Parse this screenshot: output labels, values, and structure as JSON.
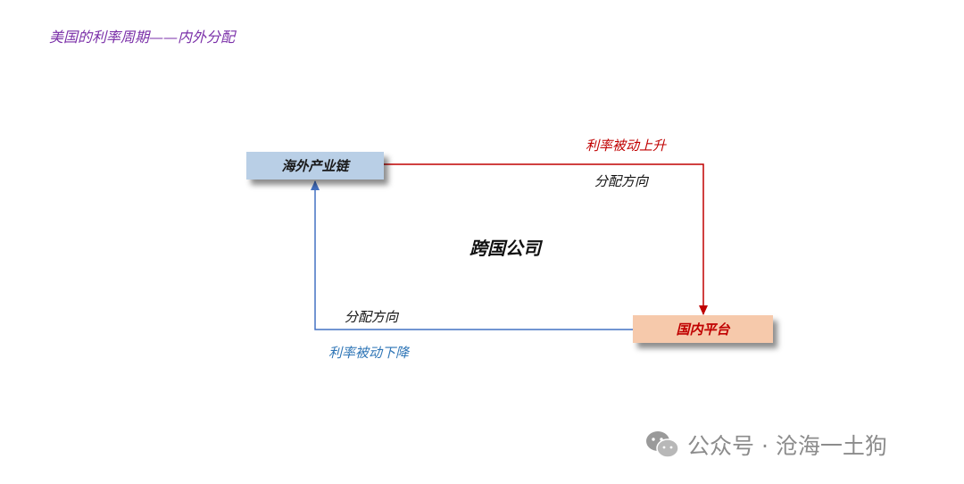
{
  "header": {
    "title": "美国的利率周期——内外分配"
  },
  "diagram": {
    "overseas_chain": "海外产业链",
    "domestic_platform": "国内平台",
    "center_label": "跨国公司",
    "top_flow": {
      "rate_label": "利率被动上升",
      "direction_label": "分配方向",
      "color": "#c00000"
    },
    "bottom_flow": {
      "rate_label": "利率被动下降",
      "direction_label": "分配方向",
      "color": "#4472c4"
    }
  },
  "watermark": {
    "icon": "wechat-icon",
    "text": "公众号 · 沧海一土狗"
  }
}
